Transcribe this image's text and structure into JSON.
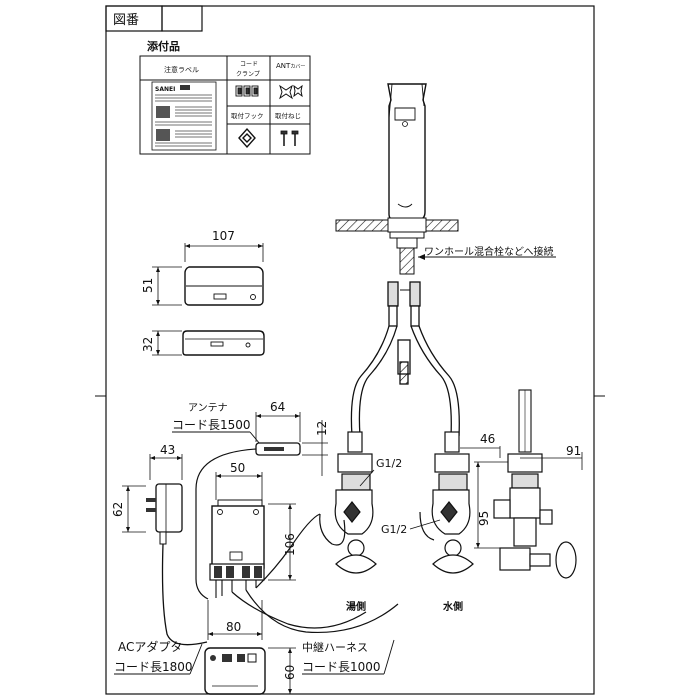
{
  "header": {
    "title": "図番"
  },
  "accessories": {
    "title": "添付品",
    "label_col": "注意ラベル",
    "clamp_col_line1": "コード",
    "clamp_col_line2": "クランプ",
    "ant_col": "ANT",
    "ant_col_small": "カバー",
    "hook_col": "取付フック",
    "screw_col": "取付ねじ",
    "label_brand": "SANEI"
  },
  "dimensions": {
    "sensor_width": "107",
    "sensor_height": "51",
    "sensor_depth": "32",
    "antenna_width": "64",
    "antenna_height": "12",
    "adapter_width": "43",
    "adapter_height": "62",
    "box_width": "50",
    "box_height": "106",
    "box_bottom_width": "80",
    "pad_height": "60",
    "valve_height": "95",
    "valve_offset": "46",
    "valve_reach": "91"
  },
  "labels": {
    "connect_note": "ワンホール混合栓などへ接続",
    "antenna_line1": "アンテナ",
    "antenna_line2": "コード長1500",
    "thread_hot": "G1/2",
    "thread_cold": "G1/2",
    "hot_side": "湯側",
    "cold_side": "水側",
    "adapter_line1": "ACアダプタ",
    "adapter_line2": "コード長1800",
    "harness_line1": "中継ハーネス",
    "harness_line2": "コード長1000"
  },
  "colors": {
    "line": "#111111",
    "fill_dark": "#333333",
    "fill_mid": "#9a9a9a",
    "fill_light": "#e8e8e8"
  }
}
